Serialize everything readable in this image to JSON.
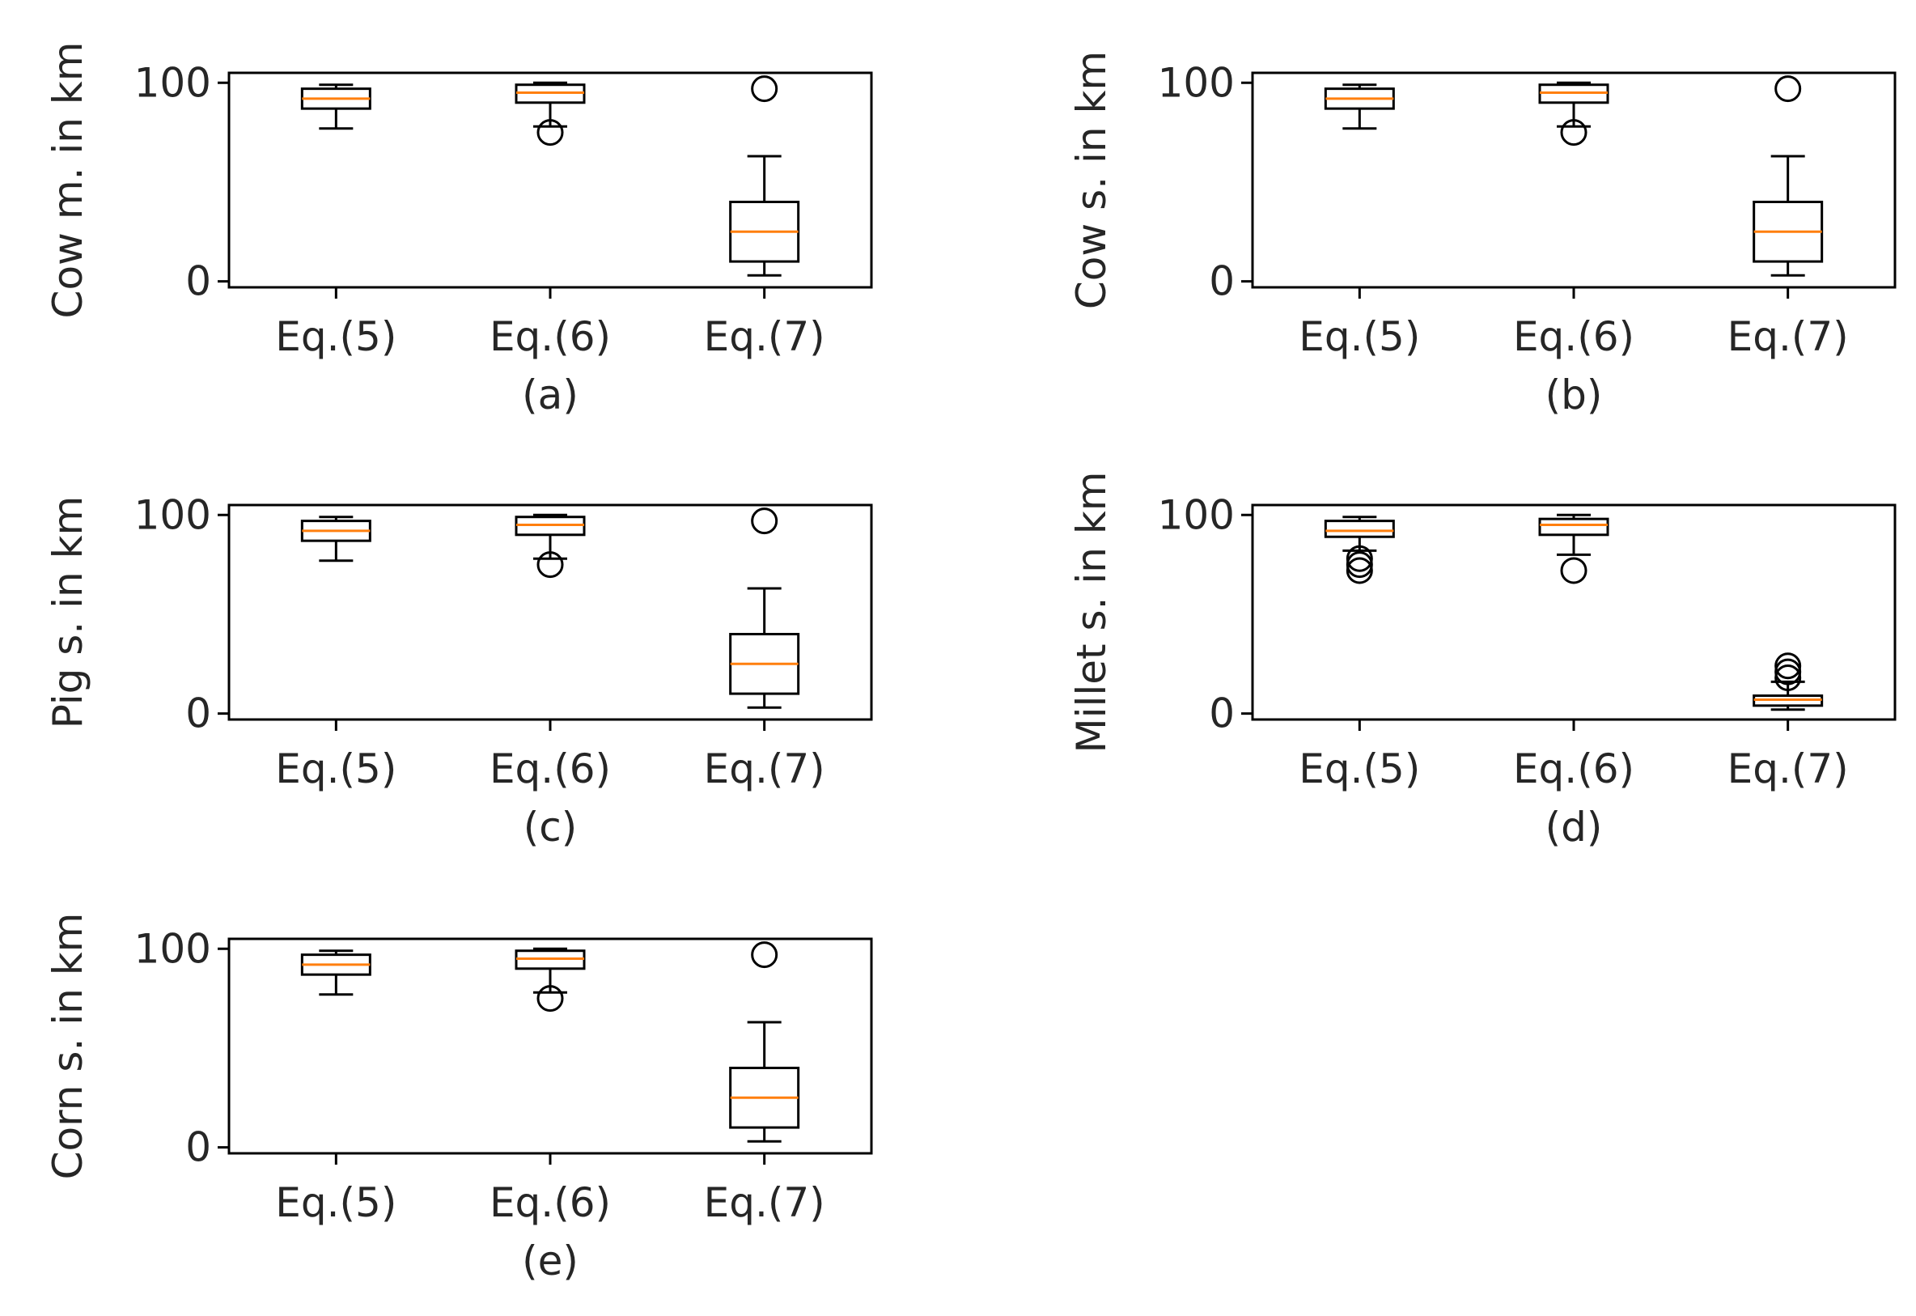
{
  "chart_data": [
    {
      "type": "box",
      "caption": "(a)",
      "ylabel": "Cow m. in km",
      "categories": [
        "Eq.(5)",
        "Eq.(6)",
        "Eq.(7)"
      ],
      "yticks": [
        0,
        100
      ],
      "ylim": [
        -3,
        105
      ],
      "boxes": [
        {
          "whislo": 77,
          "q1": 87,
          "med": 92,
          "q3": 97,
          "whishi": 99,
          "fliers": []
        },
        {
          "whislo": 78,
          "q1": 90,
          "med": 95,
          "q3": 99,
          "whishi": 100,
          "fliers": [
            75
          ]
        },
        {
          "whislo": 3,
          "q1": 10,
          "med": 25,
          "q3": 40,
          "whishi": 63,
          "fliers": [
            97
          ]
        }
      ],
      "colors": {
        "box": "#000000",
        "median": "#ff7f0e"
      }
    },
    {
      "type": "box",
      "caption": "(b)",
      "ylabel": "Cow s. in km",
      "categories": [
        "Eq.(5)",
        "Eq.(6)",
        "Eq.(7)"
      ],
      "yticks": [
        0,
        100
      ],
      "ylim": [
        -3,
        105
      ],
      "boxes": [
        {
          "whislo": 77,
          "q1": 87,
          "med": 92,
          "q3": 97,
          "whishi": 99,
          "fliers": []
        },
        {
          "whislo": 78,
          "q1": 90,
          "med": 95,
          "q3": 99,
          "whishi": 100,
          "fliers": [
            75
          ]
        },
        {
          "whislo": 3,
          "q1": 10,
          "med": 25,
          "q3": 40,
          "whishi": 63,
          "fliers": [
            97
          ]
        }
      ],
      "colors": {
        "box": "#000000",
        "median": "#ff7f0e"
      }
    },
    {
      "type": "box",
      "caption": "(c)",
      "ylabel": "Pig s. in km",
      "categories": [
        "Eq.(5)",
        "Eq.(6)",
        "Eq.(7)"
      ],
      "yticks": [
        0,
        100
      ],
      "ylim": [
        -3,
        105
      ],
      "boxes": [
        {
          "whislo": 77,
          "q1": 87,
          "med": 92,
          "q3": 97,
          "whishi": 99,
          "fliers": []
        },
        {
          "whislo": 78,
          "q1": 90,
          "med": 95,
          "q3": 99,
          "whishi": 100,
          "fliers": [
            75
          ]
        },
        {
          "whislo": 3,
          "q1": 10,
          "med": 25,
          "q3": 40,
          "whishi": 63,
          "fliers": [
            97
          ]
        }
      ],
      "colors": {
        "box": "#000000",
        "median": "#ff7f0e"
      }
    },
    {
      "type": "box",
      "caption": "(d)",
      "ylabel": "Millet s. in km",
      "categories": [
        "Eq.(5)",
        "Eq.(6)",
        "Eq.(7)"
      ],
      "yticks": [
        0,
        100
      ],
      "ylim": [
        -3,
        105
      ],
      "boxes": [
        {
          "whislo": 82,
          "q1": 89,
          "med": 92,
          "q3": 97,
          "whishi": 99,
          "fliers": [
            72,
            75,
            78
          ]
        },
        {
          "whislo": 80,
          "q1": 90,
          "med": 95,
          "q3": 98,
          "whishi": 100,
          "fliers": [
            72
          ]
        },
        {
          "whislo": 2,
          "q1": 4,
          "med": 7,
          "q3": 9,
          "whishi": 16,
          "fliers": [
            18,
            21,
            24
          ]
        }
      ],
      "colors": {
        "box": "#000000",
        "median": "#ff7f0e"
      }
    },
    {
      "type": "box",
      "caption": "(e)",
      "ylabel": "Corn s. in km",
      "categories": [
        "Eq.(5)",
        "Eq.(6)",
        "Eq.(7)"
      ],
      "yticks": [
        0,
        100
      ],
      "ylim": [
        -3,
        105
      ],
      "boxes": [
        {
          "whislo": 77,
          "q1": 87,
          "med": 92,
          "q3": 97,
          "whishi": 99,
          "fliers": []
        },
        {
          "whislo": 78,
          "q1": 90,
          "med": 95,
          "q3": 99,
          "whishi": 100,
          "fliers": [
            75
          ]
        },
        {
          "whislo": 3,
          "q1": 10,
          "med": 25,
          "q3": 40,
          "whishi": 63,
          "fliers": [
            97
          ]
        }
      ],
      "colors": {
        "box": "#000000",
        "median": "#ff7f0e"
      }
    }
  ]
}
